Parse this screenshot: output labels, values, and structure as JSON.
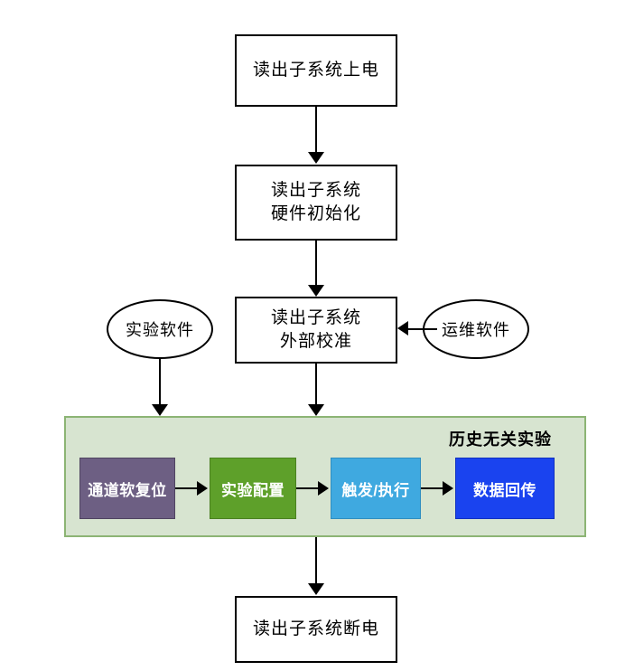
{
  "diagram": {
    "type": "flowchart",
    "title_visible": false,
    "colors": {
      "panel_fill": "#d7e4d0",
      "panel_border": "#8cb474",
      "stage_reset": "#6d5f83",
      "stage_config": "#5ea02a",
      "stage_trigger": "#3fa9e0",
      "stage_readback": "#1a43ef",
      "box_border": "#000000",
      "line": "#000000",
      "page_background": "#ffffff"
    },
    "nodes": {
      "power_on": {
        "label": "读出子系统上电",
        "shape": "rectangle"
      },
      "hw_init": {
        "label": "读出子系统\n硬件初始化",
        "shape": "rectangle"
      },
      "ext_calib": {
        "label": "读出子系统\n外部校准",
        "shape": "rectangle"
      },
      "exp_software": {
        "label": "实验软件",
        "shape": "terminator"
      },
      "ops_software": {
        "label": "运维软件",
        "shape": "terminator"
      },
      "power_off": {
        "label": "读出子系统断电",
        "shape": "rectangle"
      }
    },
    "group": {
      "label": "历史无关实验",
      "stages": [
        {
          "id": "channel-soft-reset",
          "label": "通道软复位",
          "color": "#6d5f83"
        },
        {
          "id": "experiment-config",
          "label": "实验配置",
          "color": "#5ea02a"
        },
        {
          "id": "trigger-execute",
          "label": "触发/执行",
          "color": "#3fa9e0"
        },
        {
          "id": "data-readback",
          "label": "数据回传",
          "color": "#1a43ef"
        }
      ]
    },
    "edges": [
      {
        "from": "power_on",
        "to": "hw_init",
        "direction": "down"
      },
      {
        "from": "hw_init",
        "to": "ext_calib",
        "direction": "down"
      },
      {
        "from": "ops_software",
        "to": "ext_calib",
        "direction": "left"
      },
      {
        "from": "exp_software",
        "to": "group",
        "direction": "down"
      },
      {
        "from": "ext_calib",
        "to": "group",
        "direction": "down"
      },
      {
        "from": "channel-soft-reset",
        "to": "experiment-config",
        "direction": "right"
      },
      {
        "from": "experiment-config",
        "to": "trigger-execute",
        "direction": "right"
      },
      {
        "from": "trigger-execute",
        "to": "data-readback",
        "direction": "right"
      },
      {
        "from": "group",
        "to": "power_off",
        "direction": "down"
      }
    ]
  }
}
